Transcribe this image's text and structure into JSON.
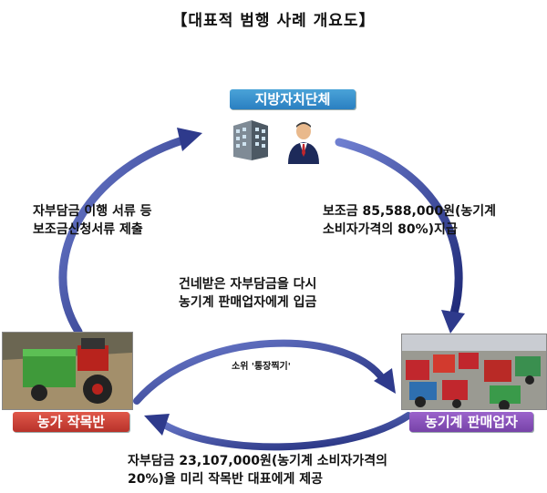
{
  "title": "【대표적 범행 사례 개요도】",
  "nodes": {
    "government": "지방자치단체",
    "farm": "농가 작목반",
    "dealer": "농기계 판매업자"
  },
  "flows": {
    "left_line1": "자부담금 이행 서류 등",
    "left_line2": "보조금신청서류 제출",
    "right_line1": "보조금 85,588,000원(농기계",
    "right_line2": "소비자가격의 80%)지급",
    "center_line1": "건네받은 자부담금을 다시",
    "center_line2": "농기계 판매업자에게 입금",
    "center_small": "소위 '통장찍기'",
    "bottom_line1": "자부담금 23,107,000원(농기계 소비자가격의",
    "bottom_line2": "20%)을 미리 작목반 대표에게 제공"
  },
  "colors": {
    "arrow": "#2e3a8c",
    "gov_label": "#2a7fc1",
    "farm_label": "#c0392b",
    "dealer_label": "#8a52bb"
  }
}
